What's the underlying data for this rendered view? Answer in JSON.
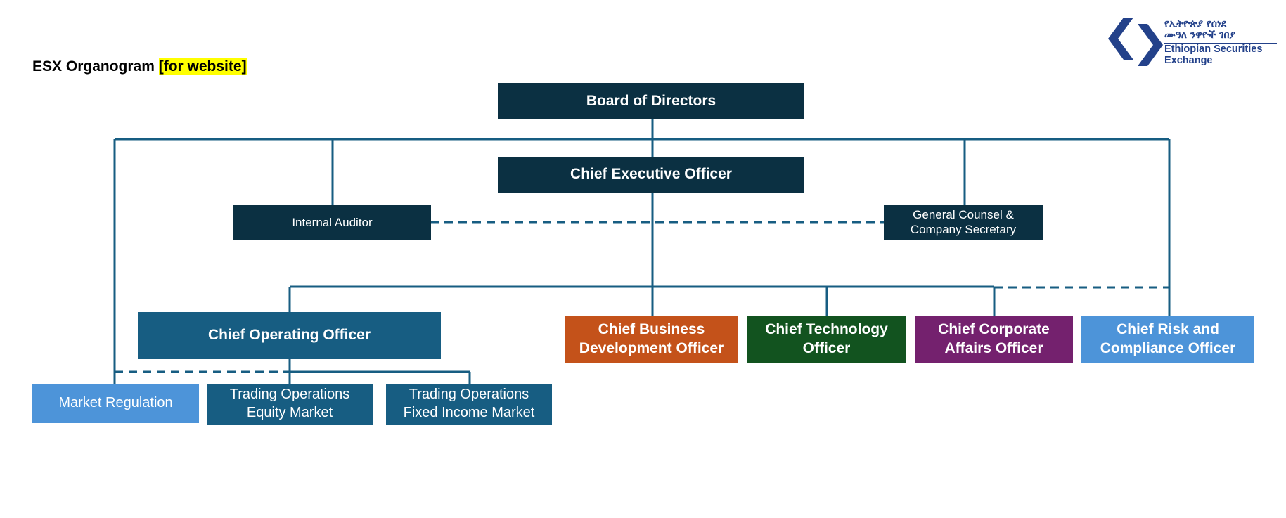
{
  "title": {
    "text": "ESX Organogram ",
    "highlight": "[for website]"
  },
  "logo": {
    "amharic_line1": "የኢትዮጵያ የሰነደ",
    "amharic_line2": "ሙዓለ ንዋዮች ገበያ",
    "english_line1": "Ethiopian Securities",
    "english_line2": "Exchange",
    "color": "#23418a"
  },
  "org": {
    "board": "Board of Directors",
    "ceo": "Chief Executive Officer",
    "internal_auditor": "Internal Auditor",
    "general_counsel_line1": "General Counsel &",
    "general_counsel_line2": "Company Secretary",
    "coo": "Chief Operating Officer",
    "cbdo_line1": "Chief Business",
    "cbdo_line2": "Development Officer",
    "cto_line1": "Chief Technology",
    "cto_line2": "Officer",
    "ccao_line1": "Chief Corporate",
    "ccao_line2": "Affairs Officer",
    "crco_line1": "Chief Risk and",
    "crco_line2": "Compliance Officer",
    "market_regulation": "Market Regulation",
    "trading_equity_line1": "Trading Operations",
    "trading_equity_line2": "Equity Market",
    "trading_fixed_line1": "Trading Operations",
    "trading_fixed_line2": "Fixed Income Market"
  },
  "colors": {
    "executive": "#0b3042",
    "operations": "#175d82",
    "business_development": "#c4521a",
    "technology": "#12531f",
    "corporate_affairs": "#74216e",
    "risk_compliance": "#4d94d9",
    "market_regulation": "#4d94d9",
    "connector": "#175d82"
  }
}
